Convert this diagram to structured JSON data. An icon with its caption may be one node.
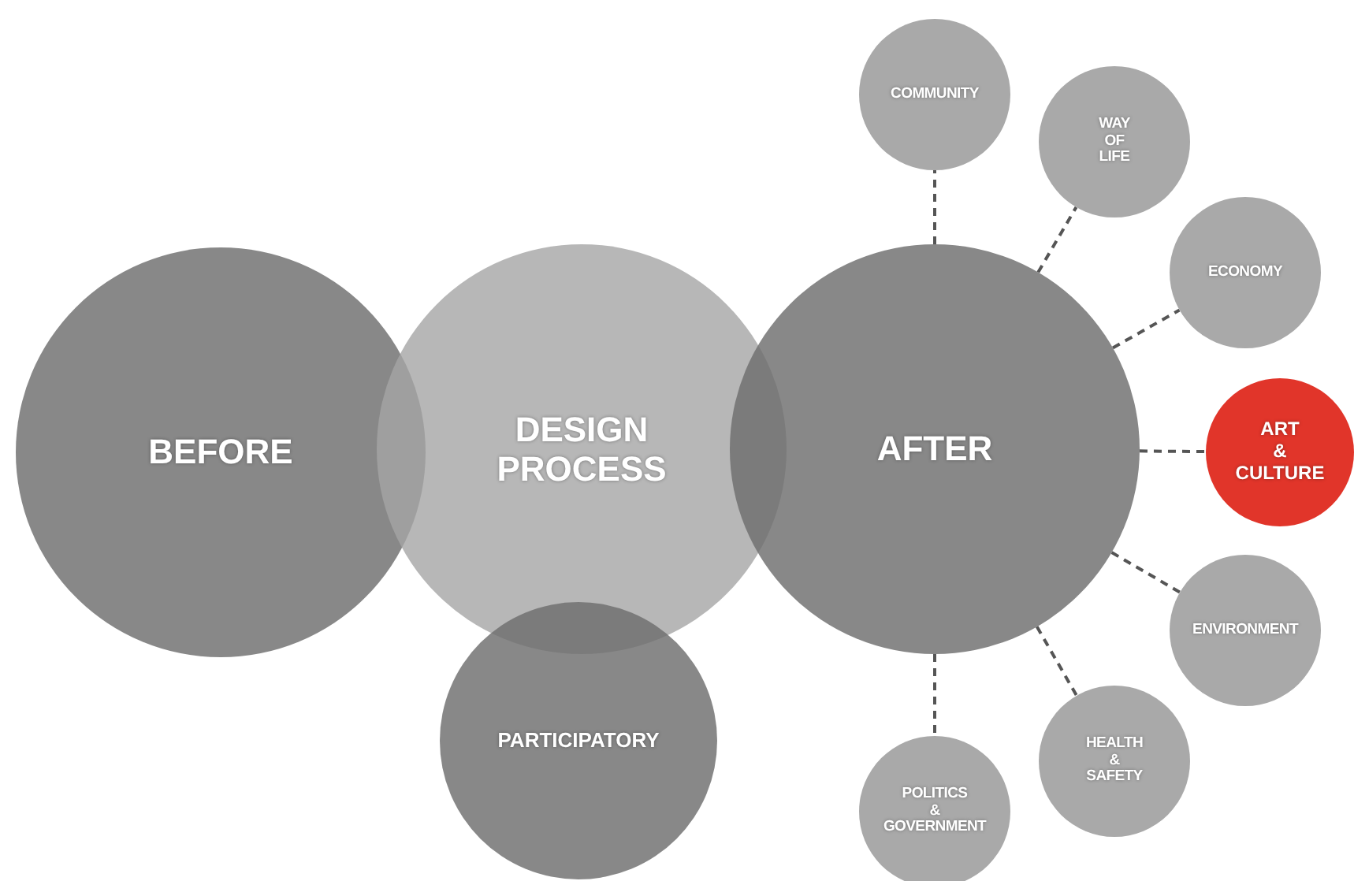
{
  "diagram": {
    "nodes": [
      {
        "text": [
          "COMMUNITY"
        ]
      },
      {
        "text": [
          "WAY OF LIFE"
        ]
      },
      {
        "text": [
          "ECONOMY"
        ]
      },
      {
        "text": [
          "BEFORE"
        ]
      },
      {
        "text": [
          "DESIGN PROCESS"
        ]
      },
      {
        "text": [
          "AFTER"
        ]
      },
      {
        "text": [
          "ART & CULTURE"
        ]
      },
      {
        "text": [
          "ENVIRONMENT"
        ]
      },
      {
        "text": [
          "PARTICIPATORY"
        ]
      },
      {
        "text": [
          "HEALTH & SAFETY"
        ]
      },
      {
        "text": [
          "POLITICS & GOVERNMENT"
        ]
      }
    ],
    "edges": [
      {
        "from": 5,
        "to": 0,
        "arrow": "none",
        "style": "dashed"
      },
      {
        "from": 5,
        "to": 1,
        "arrow": "none",
        "style": "dashed"
      },
      {
        "from": 5,
        "to": 2,
        "arrow": "none",
        "style": "dashed"
      },
      {
        "from": 5,
        "to": 6,
        "arrow": "none",
        "style": "dashed"
      },
      {
        "from": 5,
        "to": 7,
        "arrow": "none",
        "style": "dashed"
      },
      {
        "from": 5,
        "to": 9,
        "arrow": "none",
        "style": "dashed"
      },
      {
        "from": 5,
        "to": 10,
        "arrow": "none",
        "style": "dashed"
      }
    ]
  }
}
